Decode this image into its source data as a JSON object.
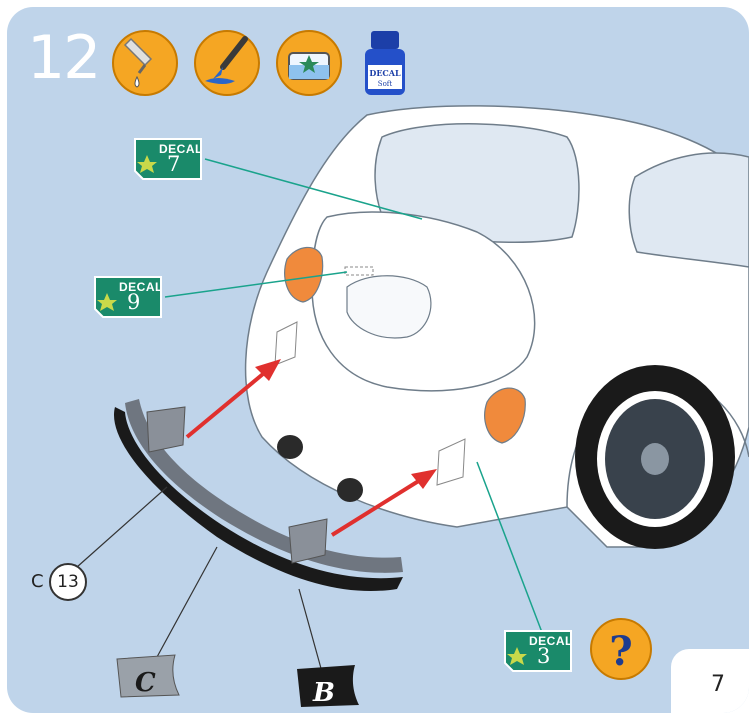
{
  "step": {
    "number": "12"
  },
  "tools": [
    {
      "name": "glue"
    },
    {
      "name": "paint-brush"
    },
    {
      "name": "decal-water-bath"
    },
    {
      "name": "decal-soft-bottle",
      "bottle_word": "DECAL",
      "bottle_sub": "Soft"
    }
  ],
  "decals": [
    {
      "word": "DECAL",
      "number": "7"
    },
    {
      "word": "DECAL",
      "number": "9"
    },
    {
      "word": "DECAL",
      "number": "3"
    }
  ],
  "part_ref": {
    "letter": "C",
    "number": "13"
  },
  "flags": {
    "left": "C",
    "right": "B"
  },
  "help": {
    "symbol": "?"
  },
  "page": {
    "number": "7"
  },
  "colors": {
    "panel_blue": "#bfd4ea",
    "decal_green": "#1a8a6a",
    "icon_orange": "#f5a623",
    "arrow_red": "#e0302e",
    "leader_teal": "#1aa38c"
  }
}
